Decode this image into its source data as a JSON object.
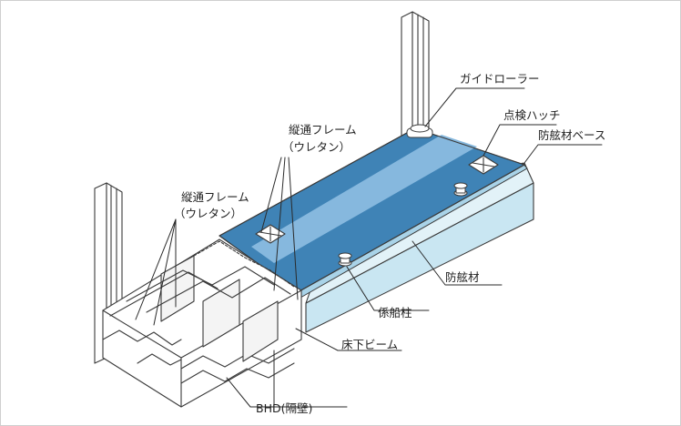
{
  "colors": {
    "deck_dark": "#3f83b6",
    "deck_light": "#86b8de",
    "deck_edge": "#5d9ccb",
    "fender_side": "#c9e6f2",
    "fender_top": "#e2f2f8",
    "bhd_body": "#ffffff",
    "line": "#3a3a3a"
  },
  "icons": {
    "guide_roller": "roller-glyph",
    "hatch": "square-with-x",
    "bollard": "mushroom-post",
    "post": "h-beam"
  },
  "labels": {
    "guide_roller": "ガイドローラー",
    "hatch": "点検ハッチ",
    "fender_base": "防舷材ベース",
    "long_frame_upper_1": "縦通フレーム",
    "long_frame_upper_2": "（ウレタン）",
    "long_frame_lower_1": "縦通フレーム",
    "long_frame_lower_2": "（ウレタン）",
    "fender": "防舷材",
    "bollard": "係船柱",
    "floor_beam": "床下ビーム",
    "bulkhead": "BHD(隔壁)"
  }
}
